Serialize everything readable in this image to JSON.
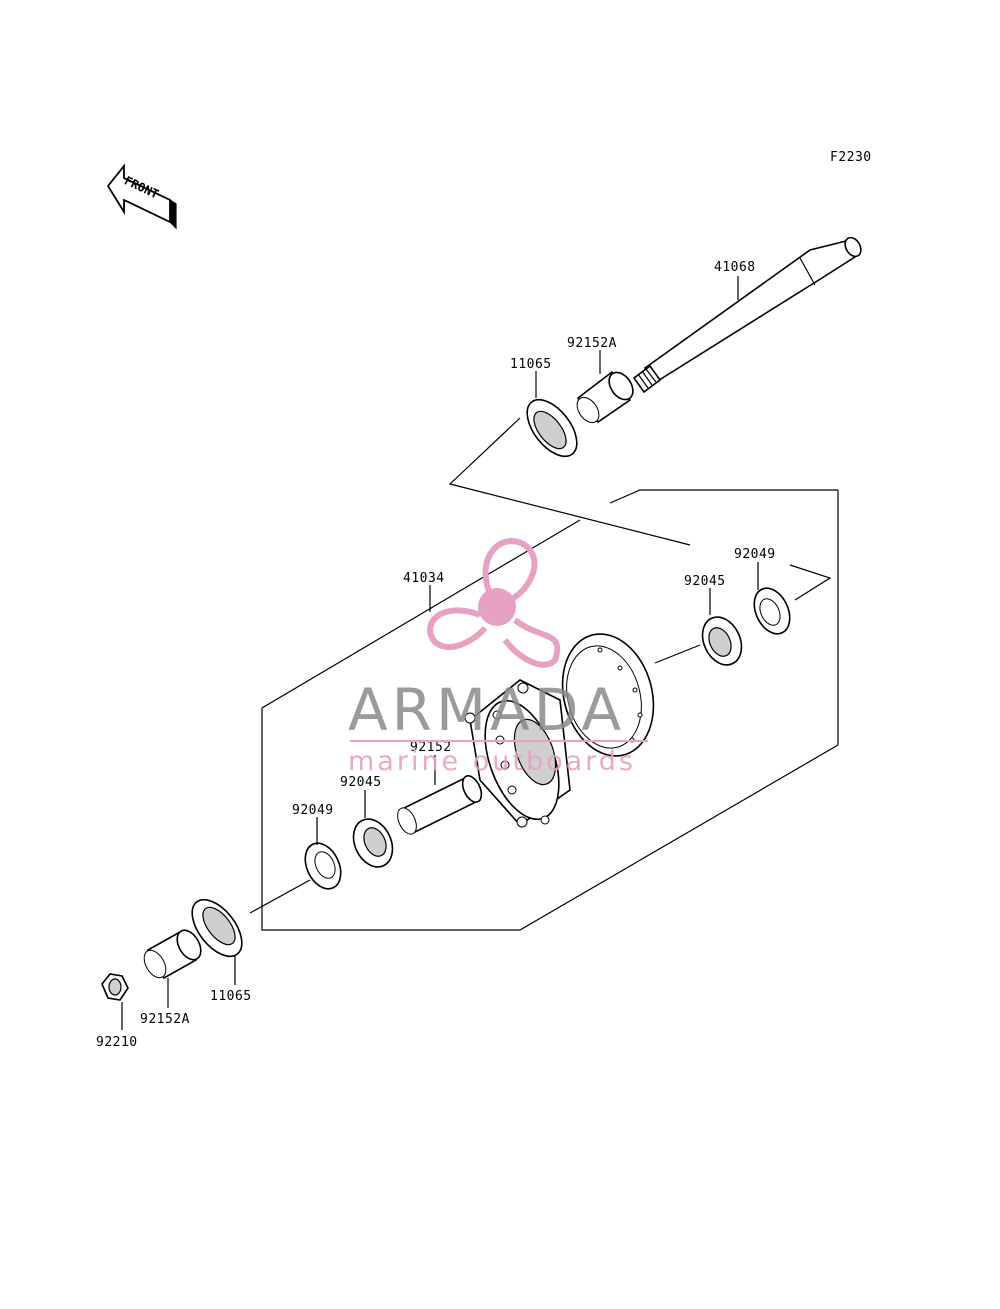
{
  "diagram": {
    "reference_code": "F2230",
    "front_label": "FRONT",
    "parts": {
      "axle": "41068",
      "collar_upper": "92152A",
      "seal_upper": "11065",
      "hub": "41034",
      "oil_seal_right": "92049",
      "bearing_right": "92045",
      "spacer": "92152",
      "bearing_left": "92045",
      "oil_seal_left": "92049",
      "seal_lower": "11065",
      "collar_lower": "92152A",
      "nut": "92210"
    }
  },
  "watermark": {
    "title": "ARMADA",
    "subtitle": "marine outboards",
    "brand_color": "#e6a1c3",
    "text_color": "#8a8a8a"
  }
}
